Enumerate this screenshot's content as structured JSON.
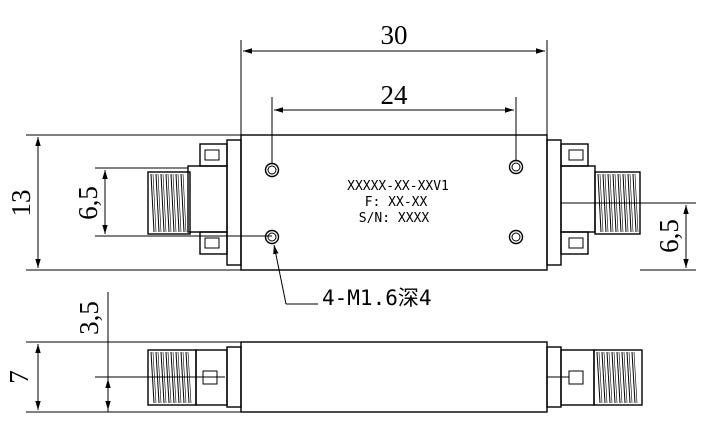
{
  "dimensions": {
    "length_overall": "30",
    "hole_spacing": "24",
    "height": "13",
    "port_offset_left": "6,5",
    "port_offset_right": "6,5",
    "thickness": "7",
    "side_offset": "3,5"
  },
  "body_label": {
    "model": "XXXXX-XX-XXV1",
    "frequency": "F: XX-XX",
    "serial": "S/N: XXXX"
  },
  "hole_note": "4-M1.6深4"
}
